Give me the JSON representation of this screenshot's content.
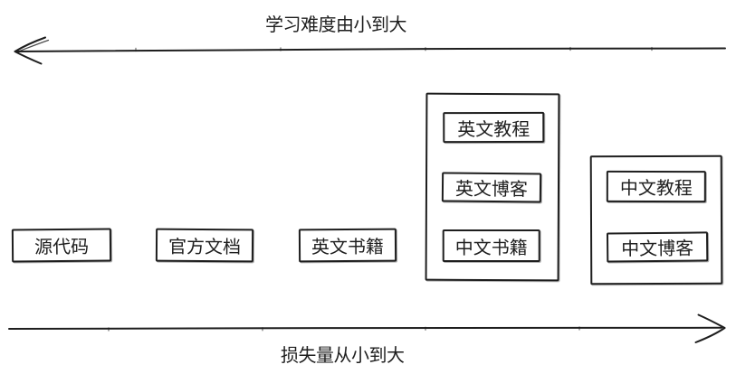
{
  "axes": {
    "top": {
      "label": "学习难度由小到大",
      "direction": "left"
    },
    "bottom": {
      "label": "损失量从小到大",
      "direction": "right"
    }
  },
  "nodes": {
    "source_code": "源代码",
    "official_docs": "官方文档",
    "english_books": "英文书籍",
    "english_tutorials": "英文教程",
    "english_blogs": "英文博客",
    "chinese_books": "中文书籍",
    "chinese_tutorials": "中文教程",
    "chinese_blogs": "中文博客"
  },
  "colors": {
    "stroke": "#1e1e1e",
    "background": "#ffffff"
  }
}
